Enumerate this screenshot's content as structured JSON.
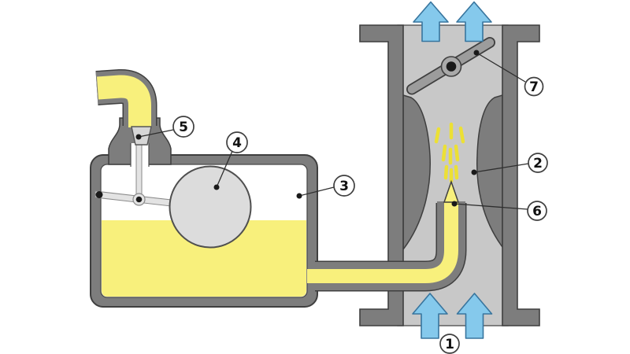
{
  "diagram": {
    "type": "carburetor-schematic",
    "callouts": [
      {
        "number": "1"
      },
      {
        "number": "2"
      },
      {
        "number": "3"
      },
      {
        "number": "4"
      },
      {
        "number": "5"
      },
      {
        "number": "6"
      },
      {
        "number": "7"
      }
    ],
    "colors": {
      "background": "#ffffff",
      "fuel": "#f8f07c",
      "spray": "#ece035",
      "air_arrow": "#85c9ec",
      "air_arrow_outline": "#38759e",
      "wall": "#7d7d7d",
      "wall_outline": "#3f3f3f",
      "channel": "#c8c8c8",
      "float": "#dcdcdc",
      "linkage": "#e3e3e3",
      "valve_plug": "#d6d6d6",
      "throttle": "#9c9c9c",
      "callout_fill": "#ffffff",
      "callout_text": "#111111"
    }
  }
}
